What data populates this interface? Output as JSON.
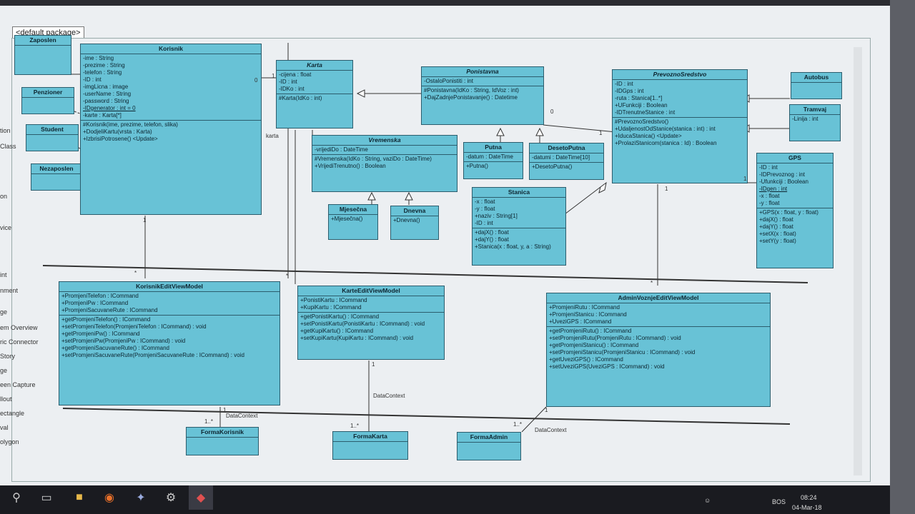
{
  "tab": {
    "label": "<default package>"
  },
  "palette": [
    "tion",
    "Class",
    "on",
    "vice",
    "int",
    "nment",
    "ge",
    "em Overview",
    "ric Connector",
    "Story",
    "ge",
    "een Capture",
    "llout",
    "ectangle",
    "val",
    "olygon"
  ],
  "classes": {
    "zaposlen": {
      "title": "Zaposlen"
    },
    "penzioner": {
      "title": "Penzioner"
    },
    "student": {
      "title": "Student"
    },
    "nezaposlen": {
      "title": "Nezaposlen"
    },
    "korisnik": {
      "title": "Korisnik",
      "attrs": [
        "-ime : String",
        "-prezime : String",
        "-telefon : String",
        "-ID : int",
        "-imgLicna : image",
        "-userName : String",
        "-password : String",
        "-IDgenerator : int = 0",
        "-karte : Karta[*]"
      ],
      "ops": [
        "#Korisnik(ime, prezime, telefon, slika)",
        "+DodjeliKartu(vrsta : Karta)",
        "+IzbrisiPotrosene() <Update>"
      ]
    },
    "karta": {
      "title": "Karta",
      "attrs": [
        "-cijena : float",
        "-ID : int",
        "-IDKo : int"
      ],
      "ops": [
        "#Karta(IdKo : int)"
      ]
    },
    "ponistavna": {
      "title": "Ponistavna",
      "attrs": [
        "-OstaloPonistiti : int"
      ],
      "ops": [
        "#Ponistavna(IdKo : String, IdVoz : int)",
        "+DajZadnjePonistavanje() : Datetime"
      ]
    },
    "vremenska": {
      "title": "Vremenska",
      "attrs": [
        "-vrijediDo : DateTime"
      ],
      "ops": [
        "#Vremenska(IdKo : String, vaziDo : DateTime)",
        "+VrijediTrenutno() : Boolean"
      ]
    },
    "mjesecna": {
      "title": "Mjesečna",
      "ops": [
        "+Mjesečna()"
      ]
    },
    "dnevna": {
      "title": "Dnevna",
      "ops": [
        "+Dnevna()"
      ]
    },
    "putna": {
      "title": "Putna",
      "attrs": [
        "-datum : DateTime"
      ],
      "ops": [
        "+Putna()"
      ]
    },
    "desetoputna": {
      "title": "DesetoPutna",
      "attrs": [
        "-datumi : DateTime[10]"
      ],
      "ops": [
        "+DesetoPutna()"
      ]
    },
    "stanica": {
      "title": "Stanica",
      "attrs": [
        "-x : float",
        "-y : float",
        "+naziv : String[1]",
        "-ID : int"
      ],
      "ops": [
        "+dajX() : float",
        "+dajY() : float",
        "+Stanica(x : float, y, a : String)"
      ]
    },
    "prevozno": {
      "title": "PrevoznoSredstvo",
      "attrs": [
        "-ID : int",
        "-IDGps : int",
        "-ruta : Stanica[1..*]",
        "+UFunkciji : Boolean",
        "-IDTrenutneStanice : int"
      ],
      "ops": [
        "#PrevoznoSredstvo()",
        "+UdaljenostOdStanice(stanica : int) : int",
        "+IducaStanica() <Update>",
        "+ProlaziStanicom(stanica : Id) : Boolean"
      ]
    },
    "autobus": {
      "title": "Autobus"
    },
    "tramvaj": {
      "title": "Tramvaj",
      "attrs": [
        "-Linija : int"
      ]
    },
    "gps": {
      "title": "GPS",
      "attrs": [
        "-ID : int",
        "-IDPrevoznog : int",
        "-Ufunkciji : Boolean",
        "-IDgen : int",
        "-x : float",
        "-y : float"
      ],
      "ops": [
        "+GPS(x : float, y : float)",
        "+dajX() : float",
        "+dajY() : float",
        "+setX(x : float)",
        "+setY(y : float)"
      ]
    },
    "korisnikvm": {
      "title": "KorisnikEditViewModel",
      "attrs": [
        "+PromjeniTelefon : ICommand",
        "+PromjeniPw : ICommand",
        "+PromjeniSacuvaneRute : ICommand"
      ],
      "ops": [
        "+getPromjeniTelefon() : ICommand",
        "+setPromjeniTelefon(PromjeniTelefon : ICommand) : void",
        "+getPromjeniPw() : ICommand",
        "+setPromjeniPw(PromjeniPw : ICommand) : void",
        "+getPromjeniSacuvaneRute() : ICommand",
        "+setPromjeniSacuvaneRute(PromjeniSacuvaneRute : ICommand) : void"
      ]
    },
    "kartevm": {
      "title": "KarteEditViewModel",
      "attrs": [
        "+PonistiKartu : ICommand",
        "+KupiKartu : ICommand"
      ],
      "ops": [
        "+getPonistiKartu() : ICommand",
        "+setPonistiKartu(PonistiKartu : ICommand) : void",
        "+getKupiKartu() : ICommand",
        "+setKupiKartu(KupiKartu : ICommand) : void"
      ]
    },
    "adminvm": {
      "title": "AdminVoznjeEditViewModel",
      "attrs": [
        "+PromjeniRutu : ICommand",
        "+PromjeniStanicu : ICommand",
        "+UveziGPS : ICommand"
      ],
      "ops": [
        "+getPromjeniRutu() : ICommand",
        "+setPromjeniRutu(PromjeniRutu : ICommand) : void",
        "+getPromjeniStanicu() : ICommand",
        "+setPromjeniStanicu(PromjeniStanicu : ICommand) : void",
        "+getUveziGPS() : ICommand",
        "+setUveziGPS(UveziGPS : ICommand) : void"
      ]
    },
    "formakorisnik": {
      "title": "FormaKorisnik"
    },
    "formakarta": {
      "title": "FormaKarta"
    },
    "formaadmin": {
      "title": "FormaAdmin"
    }
  },
  "labels": {
    "karta": "karta",
    "datacontext": "DataContext",
    "zero": "0",
    "one": "1",
    "star": "*",
    "onestar": "1..*"
  },
  "tray": {
    "lang": "BOS",
    "time": "08:24",
    "date": "04-Mar-18"
  },
  "colors": {
    "class_fill": "#68c2d6",
    "class_border": "#2c5d6d"
  }
}
